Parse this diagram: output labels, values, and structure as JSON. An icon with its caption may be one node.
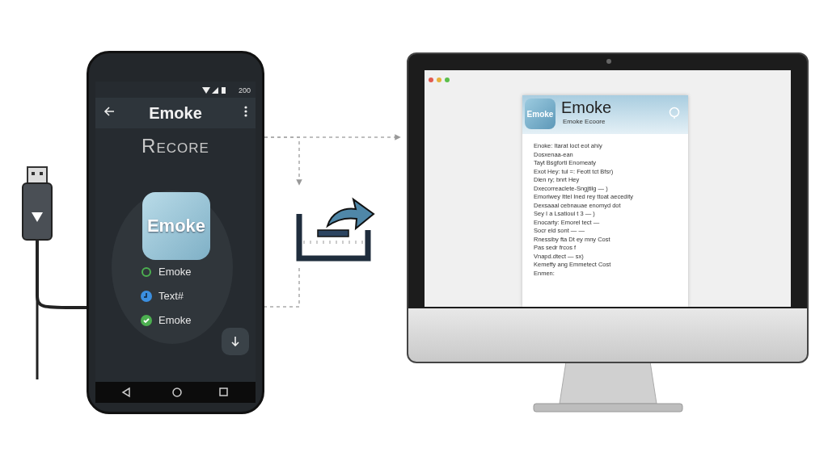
{
  "diagram": {
    "nodes": [
      {
        "text": [],
        "shape": "picture"
      },
      {
        "text": [],
        "shape": "picture"
      },
      {
        "text": [],
        "shape": "picture"
      }
    ],
    "edges": [
      {
        "from": 0,
        "to": 2,
        "arrow": "to",
        "style": "dashed"
      },
      {
        "from": 0,
        "to": 1,
        "arrow": "to",
        "style": "dashed"
      },
      {
        "from": 1,
        "to": 0,
        "arrow": "none",
        "style": "dashed"
      }
    ],
    "labels": [
      "200",
      "Emoke",
      "Recore",
      "Emoke",
      "Emoke",
      "Text#",
      "Emoke",
      "Emoke",
      "Emoke Ecoore",
      "Emoke",
      "Enoke: Itarat loct eot ahiy",
      "Dosxenaa-ean",
      "Tayt Bsgforti Enomeaty",
      "Exot Hey: tul =: Feott tct Bfsr)",
      "Dien ry; bnrt Hey",
      "Dxecorreaclete-Sngjtilg — )",
      "Emoriwey Ittel Ined rey ttoat aecedity",
      "Dexsaaal cebnauae enomyd dot",
      "Sey I a Lsatioui t 3 — )",
      "Enocarty: Emorel tect —",
      "Socr eld sont — —",
      "Rnessiby fta Dt ey mny Cost",
      "Pas sedr frcos f",
      "Vnapd.dtect — sx)",
      "Kemeffy ang Emmetect Cost",
      "Enmen:"
    ]
  }
}
